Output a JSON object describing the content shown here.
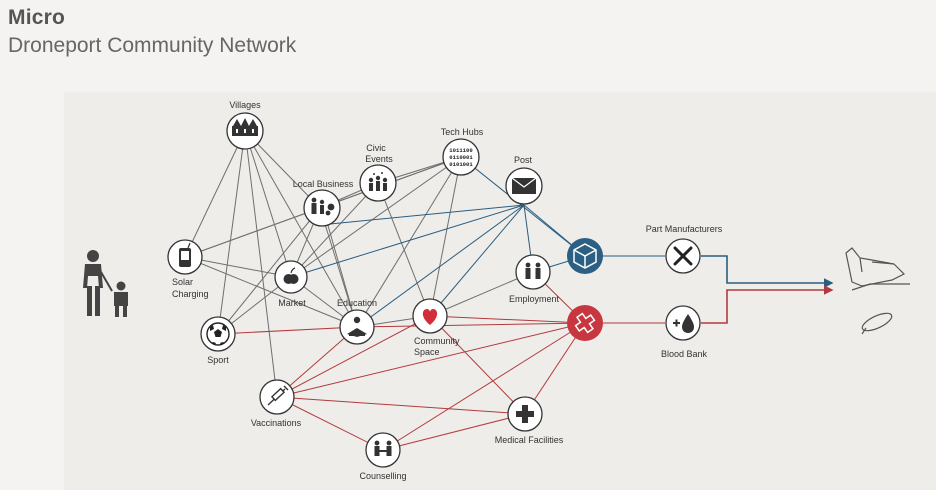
{
  "title": "Micro",
  "subtitle": "Droneport Community Network",
  "nodes": {
    "villages": {
      "label": "Villages",
      "icon": "villages-icon"
    },
    "tech_hubs": {
      "label": "Tech Hubs",
      "icon": "binary-code-icon",
      "binary": [
        "1011100",
        "0110001",
        "0101001"
      ]
    },
    "civic_events": {
      "label_lines": [
        "Civic",
        "Events"
      ],
      "icon": "crowd-icon"
    },
    "local_business": {
      "label": "Local Business",
      "icon": "business-people-icon"
    },
    "post": {
      "label": "Post",
      "icon": "envelope-icon"
    },
    "solar_charging": {
      "label_lines": [
        "Solar",
        "Charging"
      ],
      "icon": "mobile-phone-icon"
    },
    "market": {
      "label": "Market",
      "icon": "apple-icon"
    },
    "education": {
      "label": "Education",
      "icon": "reader-icon"
    },
    "community_space": {
      "label_lines": [
        "Community",
        "Space"
      ],
      "icon": "heart-icon"
    },
    "employment": {
      "label": "Employment",
      "icon": "workers-icon"
    },
    "sport": {
      "label": "Sport",
      "icon": "football-icon"
    },
    "vaccinations": {
      "label": "Vaccinations",
      "icon": "syringe-icon"
    },
    "counselling": {
      "label": "Counselling",
      "icon": "counselling-icon"
    },
    "medical_facilities": {
      "label": "Medical Facilities",
      "icon": "medical-cross-icon"
    },
    "part_manufacturers": {
      "label": "Part Manufacturers",
      "icon": "tools-icon"
    },
    "blood_bank": {
      "label": "Blood Bank",
      "icon": "blood-drop-icon"
    },
    "hub_blue": {
      "icon": "cargo-cube-icon"
    },
    "hub_red": {
      "icon": "red-cross-icon"
    }
  },
  "colors": {
    "gray_link": "#6f6f6f",
    "blue_link": "#2a5d80",
    "red_link": "#b23a3e",
    "hub_blue": "#2c5f84",
    "hub_red": "#c8373f",
    "heart": "#d22e3a"
  },
  "illustrations": [
    "family-figures-icon",
    "drone-icon"
  ]
}
